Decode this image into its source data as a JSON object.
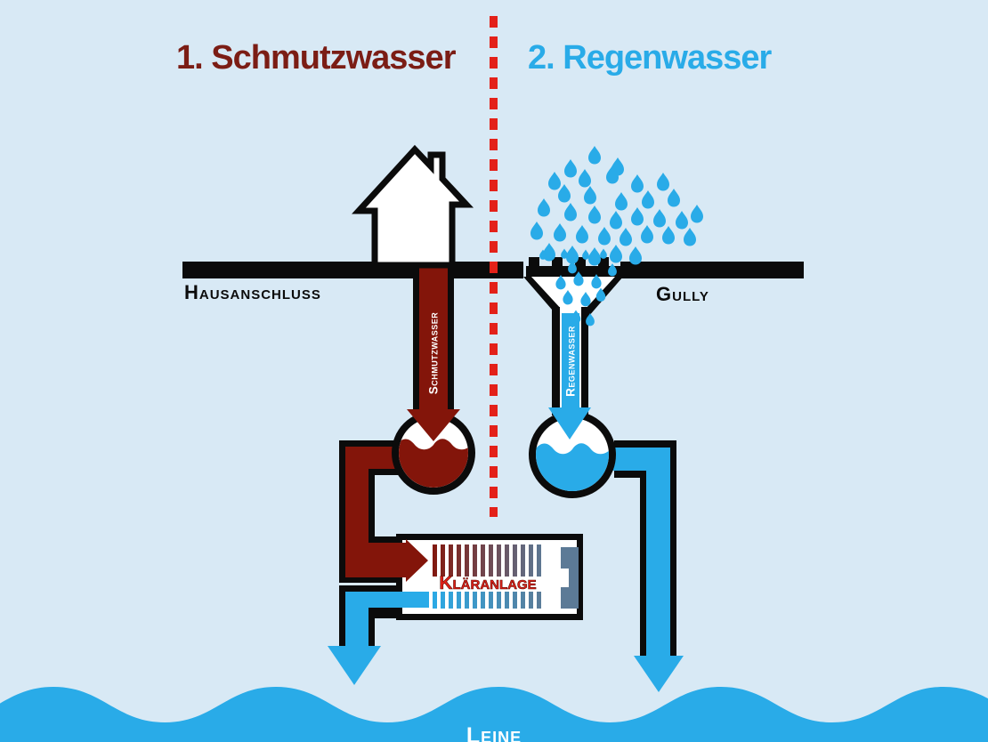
{
  "diagram": {
    "title_left": "1. Schmutzwasser",
    "title_right": "2. Regenwasser",
    "labels": {
      "house_connection": "Hausanschluss",
      "gully": "Gully",
      "sewage_pipe": "Schmutzwasser",
      "rain_pipe": "Regenwasser",
      "treatment_plant": "Kläranlage",
      "river": "Leine"
    },
    "colors": {
      "background": "#D8E9F5",
      "title_red": "#7B1D15",
      "sewage_red": "#83150A",
      "water_blue": "#29ABE8",
      "divider_red": "#E32119",
      "label_red": "#E32119",
      "plant_slate": "#5C7A96",
      "ink": "#0B0B0B",
      "white": "#FFFFFF"
    }
  }
}
